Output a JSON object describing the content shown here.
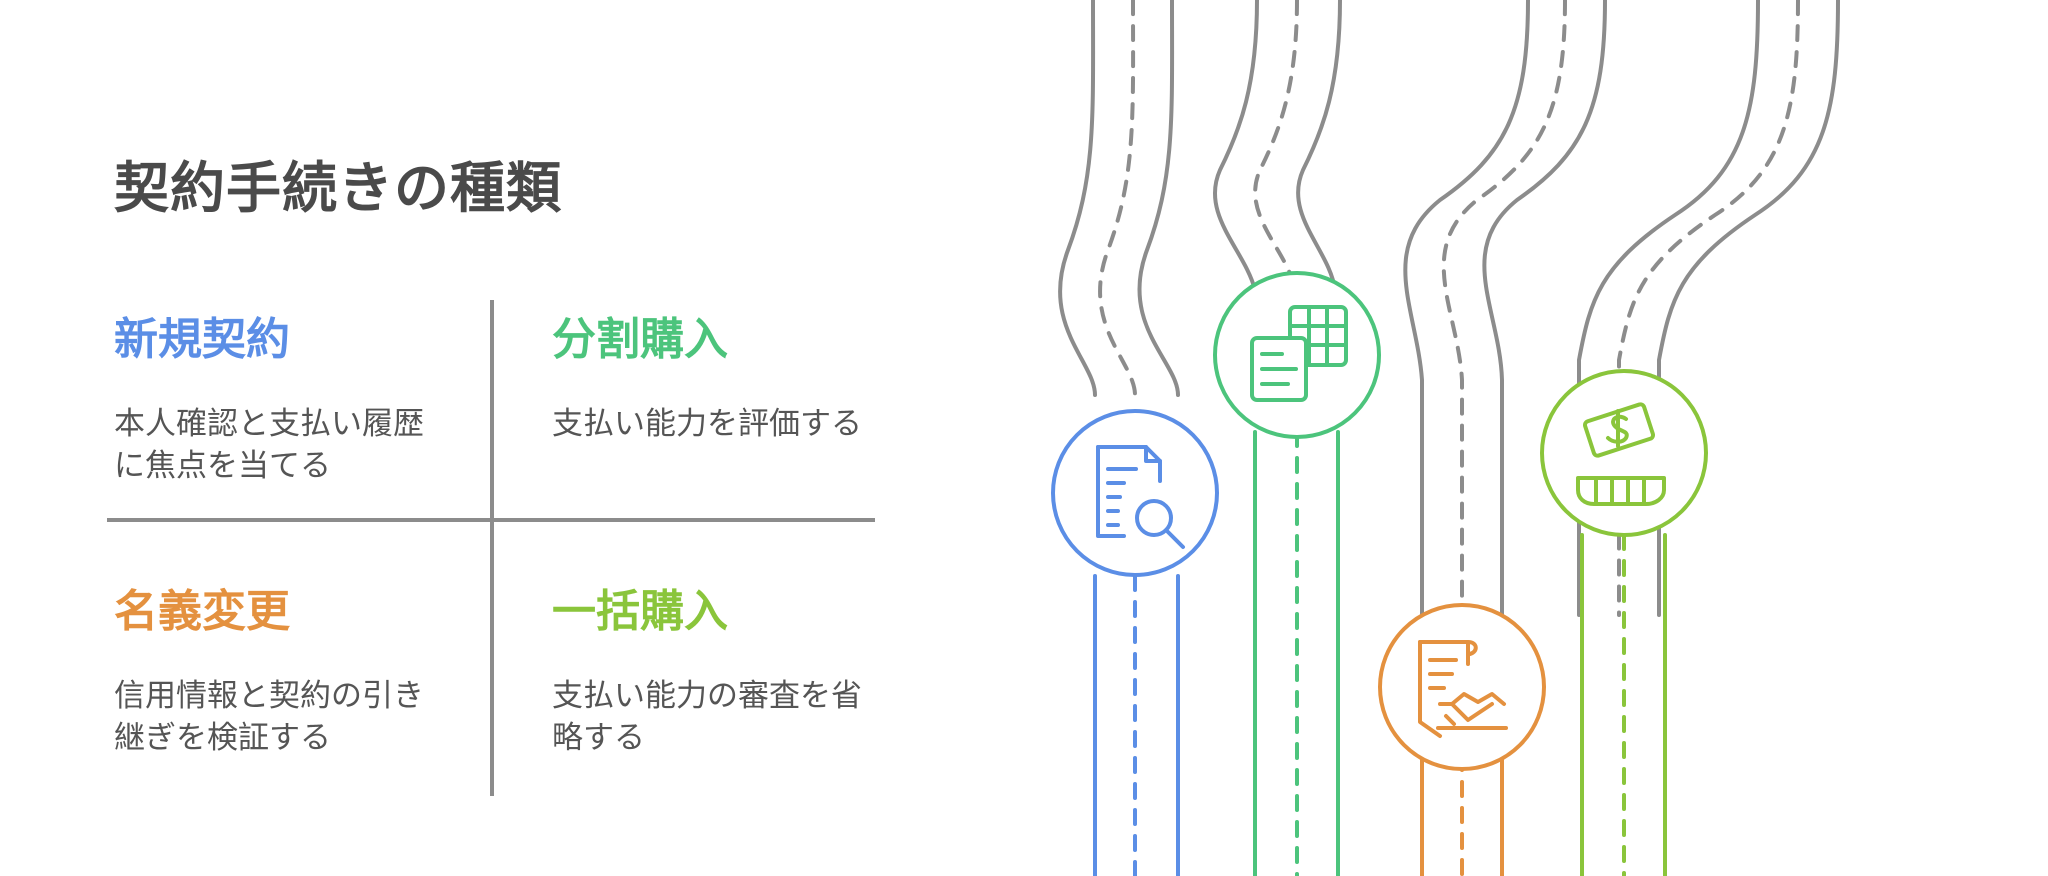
{
  "title": "契約手続きの種類",
  "quadrants": [
    {
      "title": "新規契約",
      "description": "本人確認と支払い履歴に焦点を当てる",
      "color": "#5b8ee6",
      "icon": "document-search-icon"
    },
    {
      "title": "分割購入",
      "description": "支払い能力を評価する",
      "color": "#4cc47c",
      "icon": "spreadsheet-document-icon"
    },
    {
      "title": "名義変更",
      "description": "信用情報と契約の引き継ぎを検証する",
      "color": "#e4913f",
      "icon": "contract-handshake-icon"
    },
    {
      "title": "一括購入",
      "description": "支払い能力の審査を省略する",
      "color": "#8ac53b",
      "icon": "money-payment-icon"
    }
  ],
  "road_color": "#8c8c8c"
}
